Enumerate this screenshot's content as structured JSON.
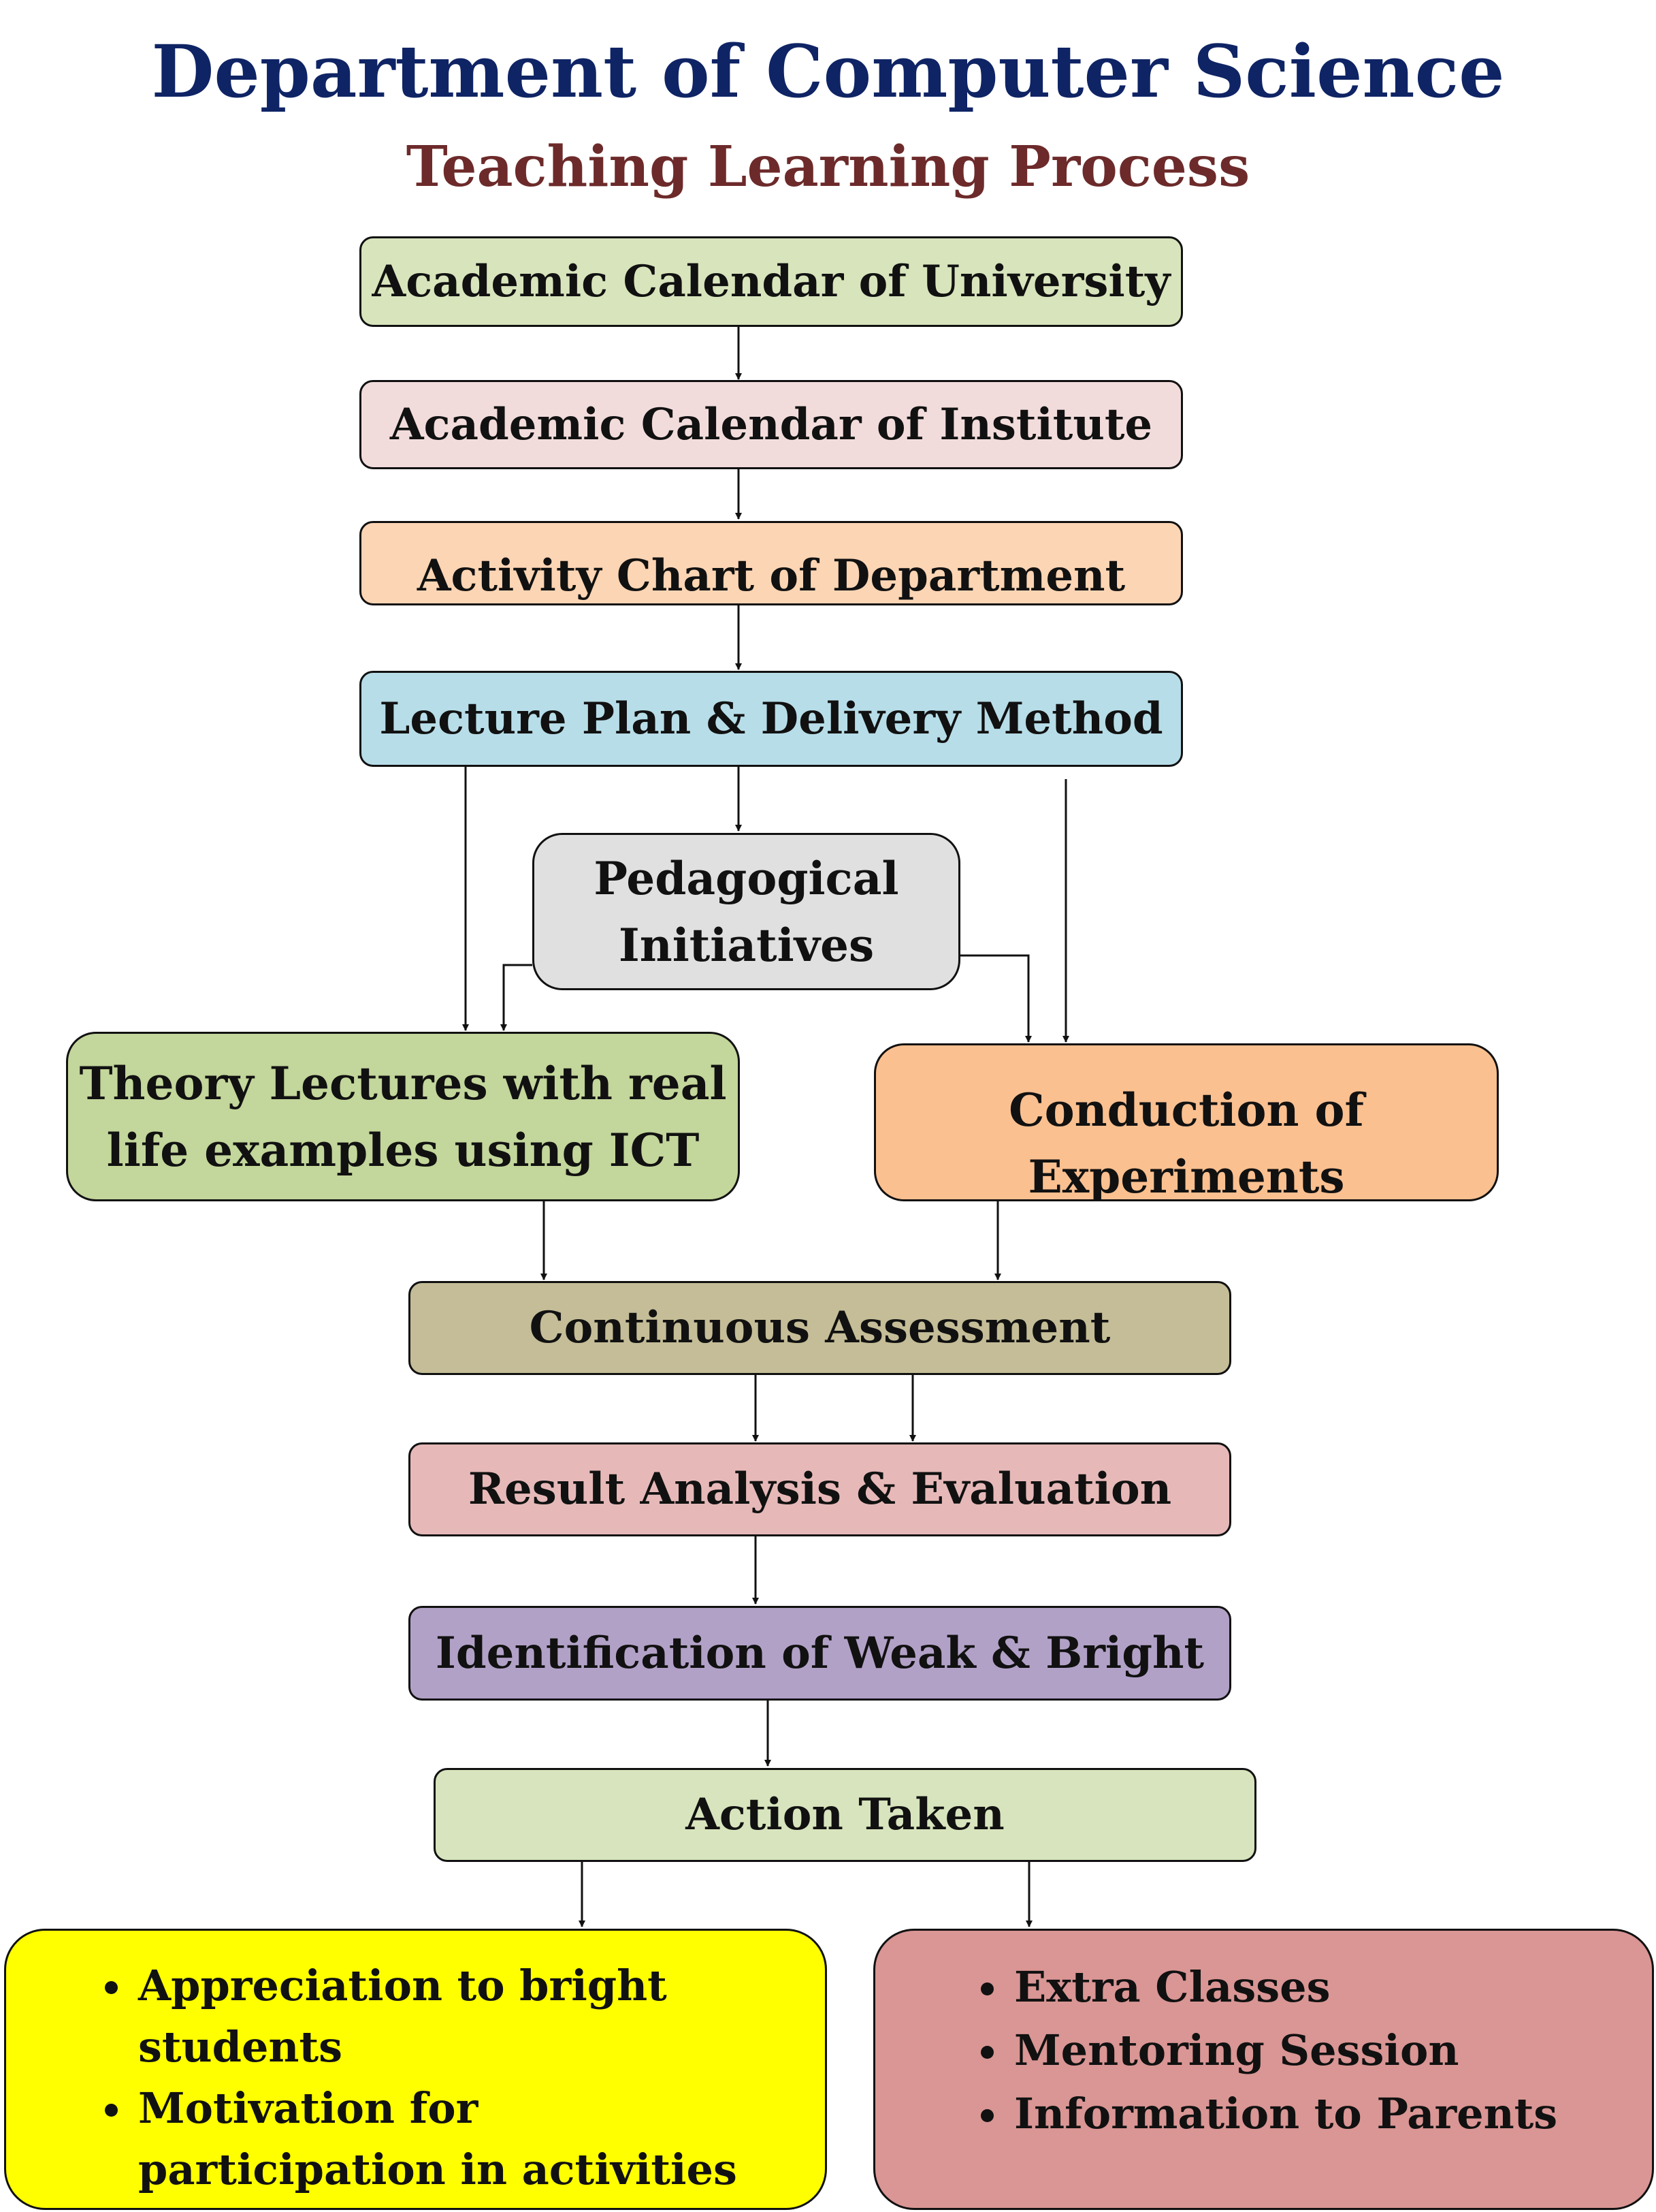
{
  "header": {
    "title": "Department of Computer Science",
    "subtitle": "Teaching Learning Process"
  },
  "nodes": {
    "academic_calendar_university": "Academic Calendar of University",
    "academic_calendar_institute": "Academic Calendar of Institute",
    "activity_chart": "Activity Chart of Department",
    "lecture_plan": "Lecture Plan & Delivery Method",
    "pedagogical_line1": "Pedagogical",
    "pedagogical_line2": "Initiatives",
    "theory_line1": "Theory Lectures with real",
    "theory_line2": "life examples using ICT",
    "conduction_line1": "Conduction of",
    "conduction_line2": "Experiments",
    "continuous_assessment": "Continuous Assessment",
    "result_analysis": "Result Analysis & Evaluation",
    "identification": "Identification of Weak & Bright",
    "action_taken": "Action Taken"
  },
  "outcomes": {
    "bright": [
      "Appreciation to bright students",
      "Motivation for participation in activities"
    ],
    "weak": [
      "Extra Classes",
      "Mentoring Session",
      "Information to Parents"
    ]
  },
  "colors": {
    "title": "#0f2465",
    "subtitle": "#6d2a2a",
    "academic_calendar_university": "#d8e4bc",
    "academic_calendar_institute": "#f2dcdb",
    "activity_chart": "#fcd5b4",
    "lecture_plan": "#b7dde8",
    "pedagogical": "#e0e0e0",
    "theory": "#c3d69b",
    "conduction": "#fac090",
    "continuous_assessment": "#c4bd97",
    "result_analysis": "#e6b9b8",
    "identification": "#b2a1c7",
    "action_taken": "#d7e4bd",
    "bright_outcomes": "#ffff00",
    "weak_outcomes": "#d99694"
  }
}
